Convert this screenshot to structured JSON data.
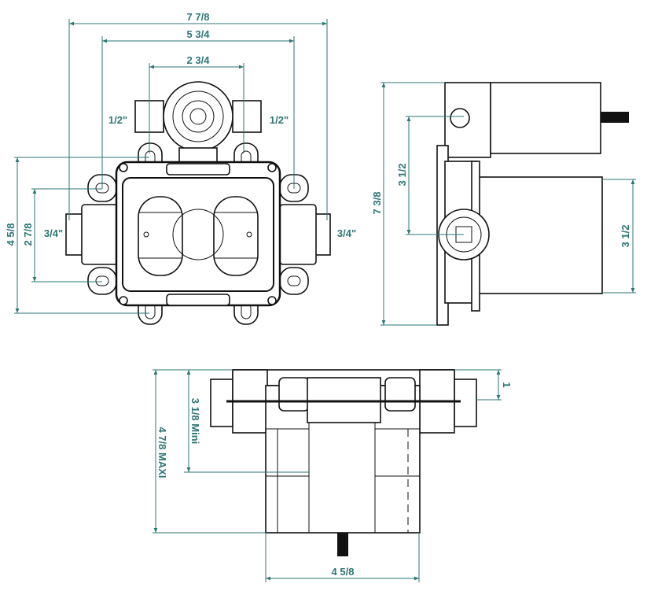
{
  "title": "Concealed valve body dimension drawing",
  "color_dimension": "#2d7674",
  "front_view": {
    "overall_width": "7 7/8",
    "mount_width": "5 3/4",
    "inlet_spacing": "2 3/4",
    "top_left_port": "1/2\"",
    "top_right_port": "1/2\"",
    "overall_height": "4 5/8",
    "mount_height": "2 7/8",
    "left_port": "3/4\"",
    "right_port": "3/4\""
  },
  "side_view": {
    "overall_height": "7 3/8",
    "left_offset": "3 1/2",
    "right_depth": "3 1/2"
  },
  "bottom_view": {
    "flange": "1",
    "depth_mini": "3 1/8 Mini",
    "depth_maxi": "4 7/8 MAXI",
    "width": "4 5/8"
  }
}
